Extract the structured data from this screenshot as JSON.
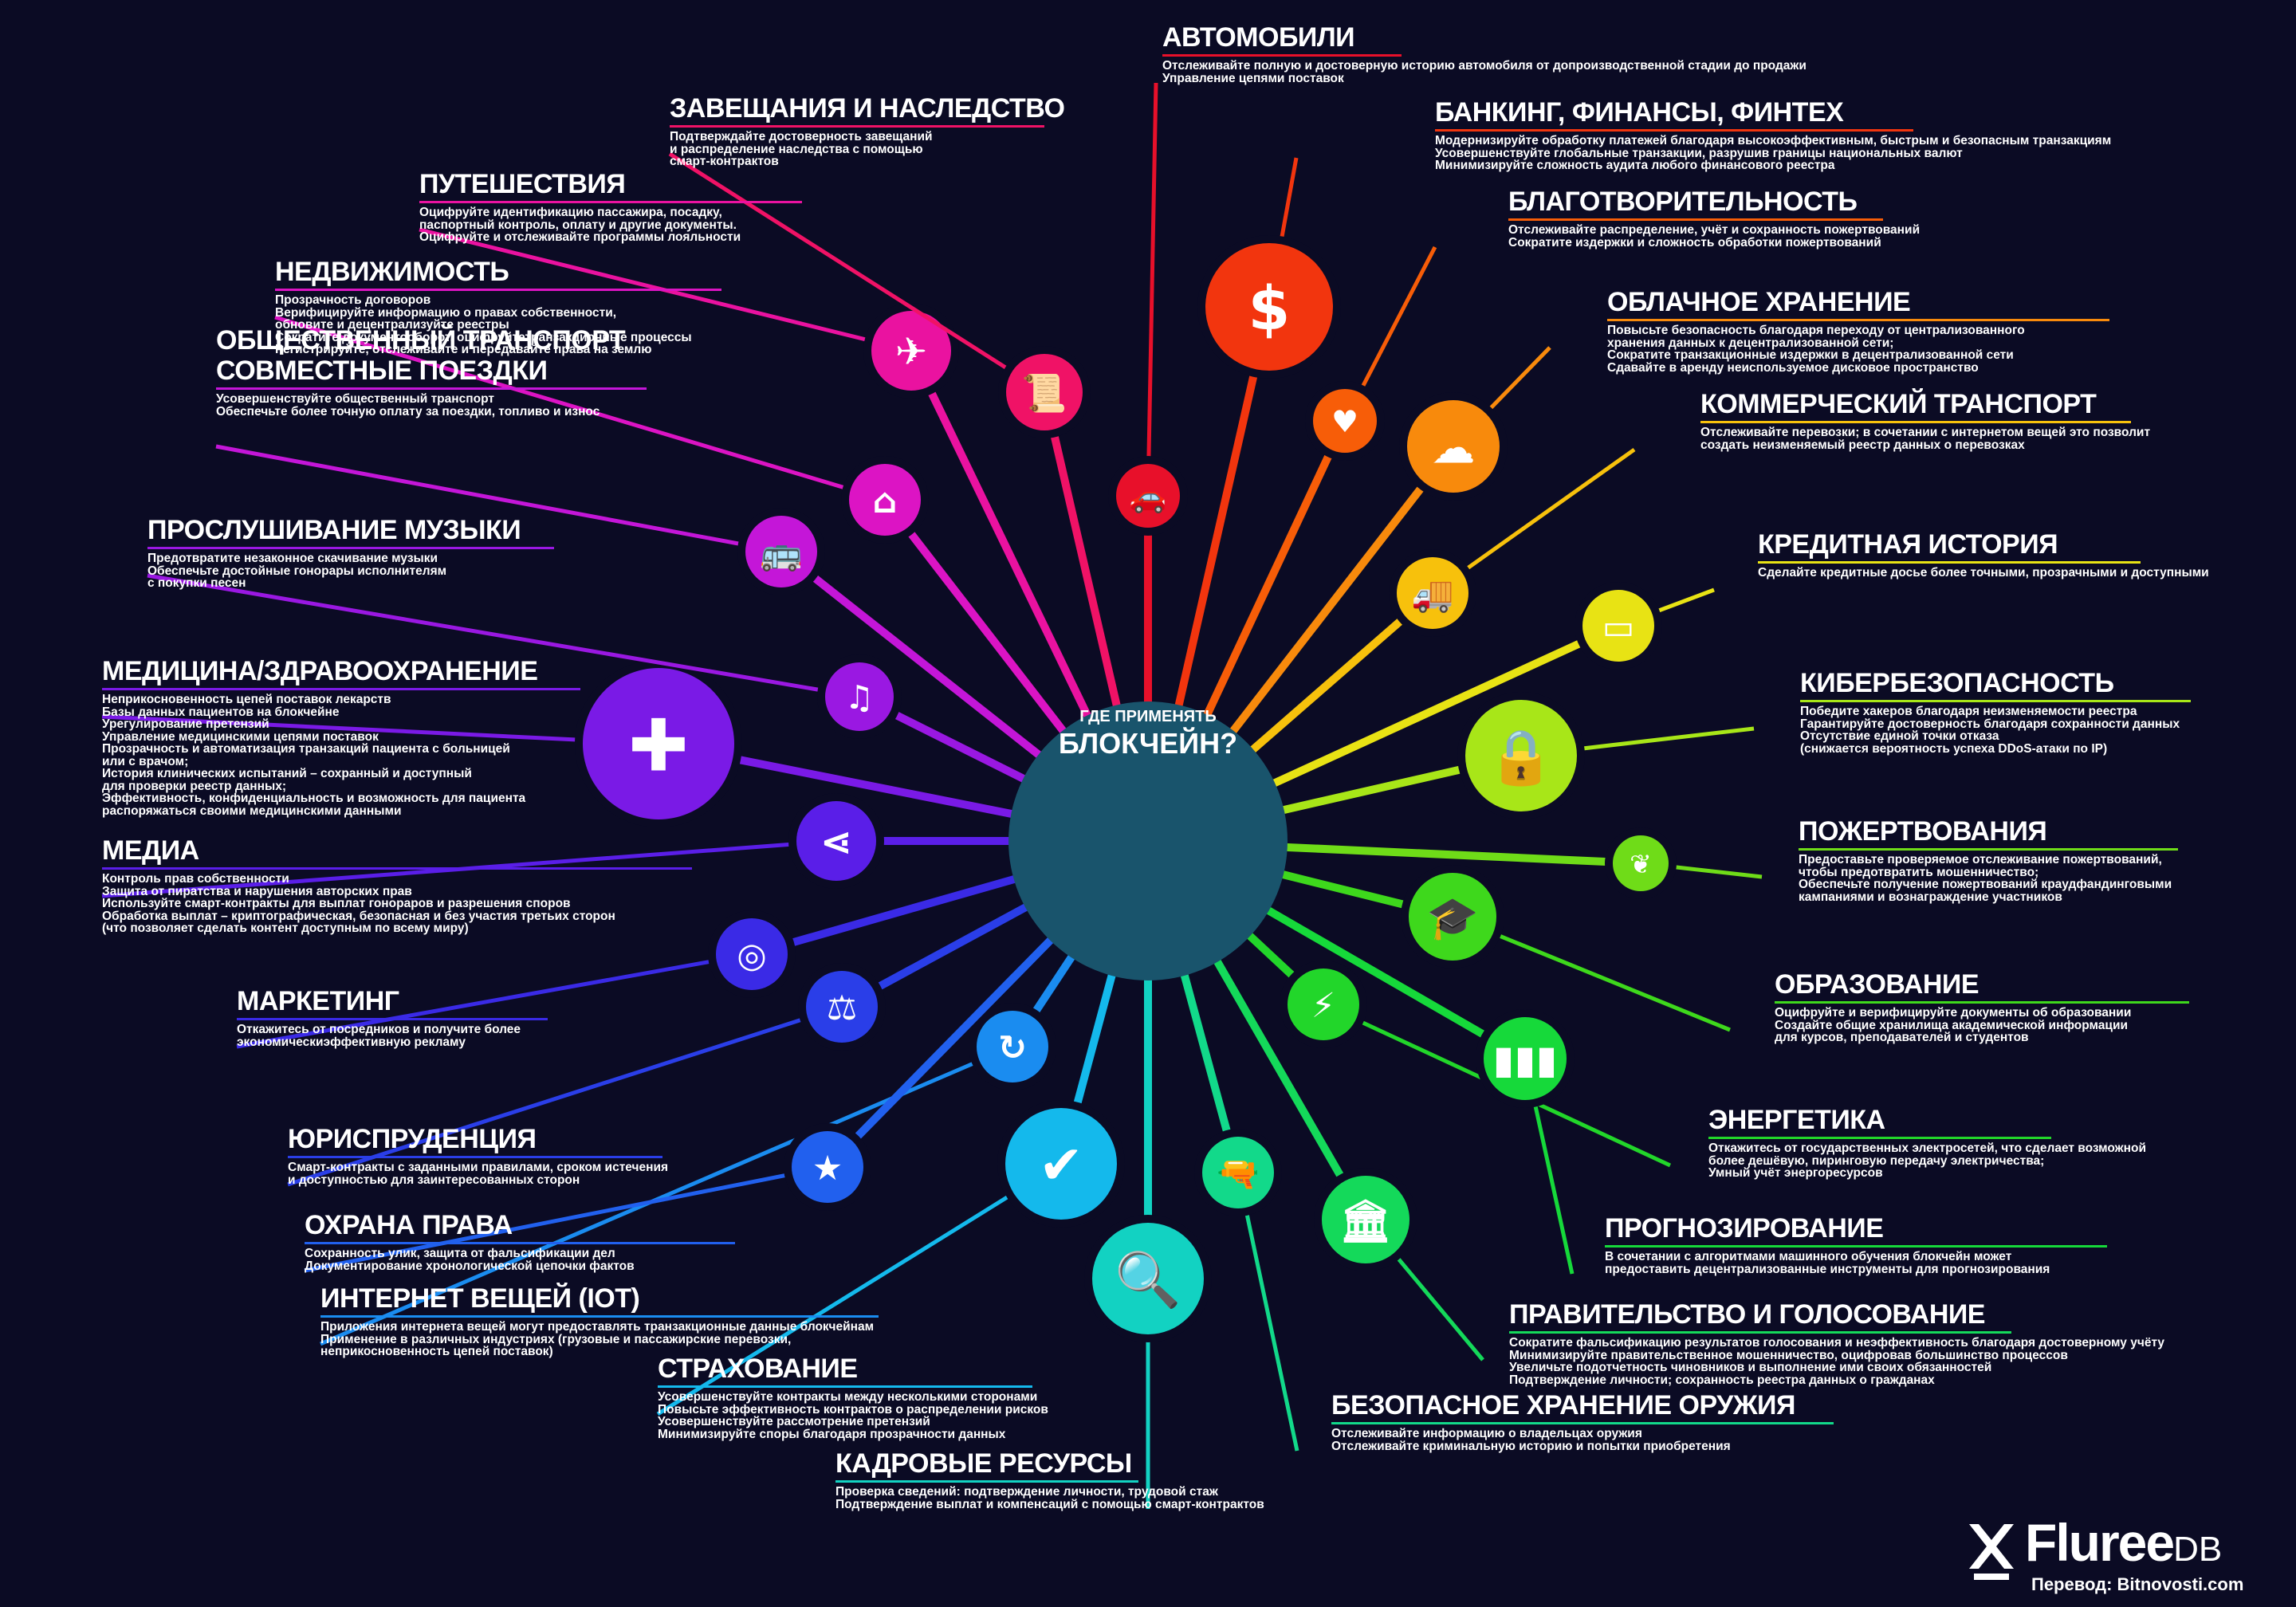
{
  "center": {
    "question_top": "ГДЕ ПРИМЕНЯТЬ",
    "question_main": "БЛОКЧЕЙН?"
  },
  "brand": {
    "name": "Fluree",
    "suffix": "DB",
    "credit": "Перевод: Bitnovosti.com"
  },
  "categories": [
    {
      "title": "АВТОМОБИЛИ",
      "description": "Отслеживайте полную и достоверную историю автомобиля от допроизводственной стадии до продажи\nУправление цепями поставок",
      "color": "#e8102a",
      "icon": "car-icon"
    },
    {
      "title": "БАНКИНГ, ФИНАНСЫ, ФИНТЕХ",
      "description": "Модернизируйте обработку платежей благодаря высокоэффективным, быстрым и безопасным транзакциям\nУсовершенствуйте глобальные транзакции, разрушив границы национальных валют\nМинимизируйте сложность аудита любого финансового реестра",
      "color": "#f2350e",
      "icon": "dollar-icon"
    },
    {
      "title": "БЛАГОТВОРИТЕЛЬНОСТЬ",
      "description": "Отслеживайте распределение, учёт и сохранность пожертвований\nСократите издержки и сложность обработки пожертвований",
      "color": "#f75d08",
      "icon": "heart-icon"
    },
    {
      "title": "ОБЛАЧНОЕ ХРАНЕНИЕ",
      "description": "Повысьте безопасность благодаря переходу от централизованного\nхранения данных к децентрализованной сети;\nСократите транзакционные издержки в децентрализованной сети\nСдавайте в аренду неиспользуемое дисковое пространство",
      "color": "#f88a0c",
      "icon": "cloud-icon"
    },
    {
      "title": "КОММЕРЧЕСКИЙ ТРАНСПОРТ",
      "description": "Отслеживайте перевозки; в сочетании с интернетом вещей это позволит\nсоздать неизменяемый реестр данных о перевозках",
      "color": "#f7c10c",
      "icon": "truck-icon"
    },
    {
      "title": "КРЕДИТНАЯ ИСТОРИЯ",
      "description": "Сделайте кредитные досье более точными, прозрачными и доступными",
      "color": "#e8e314",
      "icon": "credit-card-icon"
    },
    {
      "title": "КИБЕРБЕЗОПАСНОСТЬ",
      "description": "Победите хакеров благодаря неизменяемости реестра\nГарантируйте достоверность благодаря сохранности данных\nОтсутствие единой точки отказа\n(снижается вероятность успеха DDoS-атаки по IP)",
      "color": "#a8e618",
      "icon": "lock-icon"
    },
    {
      "title": "ПОЖЕРТВОВАНИЯ",
      "description": "Предоставьте проверяемое отслеживание пожертвований,\nчтобы предотвратить мошенничество;\nОбеспечьте получение пожертвований краудфандинговыми\nкампаниями и вознаграждение участников",
      "color": "#6fdc18",
      "icon": "donation-icon"
    },
    {
      "title": "ОБРАЗОВАНИЕ",
      "description": "Оцифруйте и верифицируйте документы об образовании\nСоздайте общие хранилища академической информации\nдля курсов, преподавателей и студентов",
      "color": "#3ed81c",
      "icon": "graduation-cap-icon"
    },
    {
      "title": "ЭНЕРГЕТИКА",
      "description": "Откажитесь от государственных электросетей, что сделает возможной\nболее дешёвую, пиринговую передачу электричества;\nУмный учёт энергоресурсов",
      "color": "#22d62a",
      "icon": "lightning-icon"
    },
    {
      "title": "ПРОГНОЗИРОВАНИЕ",
      "description": "В сочетании с алгоритмами машинного обучения блокчейн может\nпредоставить децентрализованные инструменты для прогнозирования",
      "color": "#16d93a",
      "icon": "bar-chart-icon"
    },
    {
      "title": "ПРАВИТЕЛЬСТВО И ГОЛОСОВАНИЕ",
      "description": "Сократите фальсификацию результатов голосования и неэффективность благодаря достоверному учёту\nМинимизируйте правительственное мошенничество, оцифровав большинство процессов\nУвеличьте подотчетность чиновников и выполнение ими своих обязанностей\nПодтверждение личности; сохранность реестра данных о гражданах",
      "color": "#14d95a",
      "icon": "government-building-icon"
    },
    {
      "title": "БЕЗОПАСНОЕ ХРАНЕНИЕ ОРУЖИЯ",
      "description": "Отслеживайте информацию о владельцах оружия\nОтслеживайте криминальную историю и попытки приобретения",
      "color": "#12d98a",
      "icon": "gun-icon"
    },
    {
      "title": "КАДРОВЫЕ РЕСУРСЫ",
      "description": "Проверка сведений: подтверждение личности, трудовой стаж\nПодтверждение выплат и компенсаций с помощью смарт-контрактов",
      "color": "#12d2c2",
      "icon": "person-search-icon"
    },
    {
      "title": "СТРАХОВАНИЕ",
      "description": "Усовершенствуйте контракты между несколькими сторонами\nПовысьте эффективность контрактов о распределении рисков\nУсовершенствуйте рассмотрение претензий\nМинимизируйте споры благодаря прозрачности данных",
      "color": "#14b9ec",
      "icon": "shield-check-icon"
    },
    {
      "title": "ИНТЕРНЕТ ВЕЩЕЙ (IOT)",
      "description": "Приложения интернета вещей могут предоставлять транзакционные данные блокчейнам\nПрименение в различных индустриях (грузовые и пассажирские перевозки,\nнеприкосновенность цепей поставок)",
      "color": "#1a8cf0",
      "icon": "iot-cycle-icon"
    },
    {
      "title": "ОХРАНА ПРАВА",
      "description": "Сохранность улик, защита от фальсификации дел\nДокументирование хронологической цепочки фактов",
      "color": "#2160ee",
      "icon": "police-badge-icon"
    },
    {
      "title": "ЮРИСПРУДЕНЦИЯ",
      "description": "Смарт-контракты с заданными правилами, сроком истечения\nи доступностью для заинтересованных сторон",
      "color": "#2a3ee8",
      "icon": "gavel-icon"
    },
    {
      "title": "МАРКЕТИНГ",
      "description": "Откажитесь от посредников и получите более\nэкономическиэффективную рекламу",
      "color": "#3a2ae6",
      "icon": "target-icon"
    },
    {
      "title": "МЕДИА",
      "description": "Контроль прав собственности\nЗащита от пиратства и нарушения авторских прав\nИспользуйте смарт-контракты для выплат гонораров и разрешения споров\nОбработка выплат – криптографическая, безопасная и без участия третьих сторон\n(что позволяет сделать контент доступным по всему миру)",
      "color": "#5a1ee8",
      "icon": "share-icon"
    },
    {
      "title": "МЕДИЦИНА/ЗДРАВООХРАНЕНИЕ",
      "description": "Неприкосновенность цепей поставок лекарств\nБазы данных пациентов на блокчейне\nУрегулирование претензий\nУправление медицинскими цепями поставок\nПрозрачность и автоматизация транзакций пациента с больницей\nили с врачом;\nИстория клинических испытаний – сохранный и доступный\nдля проверки реестр данных;\nЭффективность, конфиденциальность и возможность для пациента\nраспоряжаться своими медицинскими данными",
      "color": "#7a1ae6",
      "icon": "medical-cross-icon"
    },
    {
      "title": "ПРОСЛУШИВАНИЕ МУЗЫКИ",
      "description": "Предотвратите незаконное скачивание музыки\nОбеспечьте достойные гонорары исполнителям\nс покупки песен",
      "color": "#9a18e2",
      "icon": "music-note-icon"
    },
    {
      "title": "ОБЩЕСТВЕННЫЙ ТРАНСПОРТ\nСОВМЕСТНЫЕ ПОЕЗДКИ",
      "description": "Усовершенствуйте общественный транспорт\nОбеспечьте более точную оплату за поездки, топливо и износ",
      "color": "#c416d8",
      "icon": "bus-icon"
    },
    {
      "title": "НЕДВИЖИМОСТЬ",
      "description": "Прозрачность договоров\nВерифицируйте информацию о правах собственности,\nобновите и децентрализуйте реестры\nСократите документооборот, оцифруйтетранзакционные процессы\nРегистрируйте, отслеживайте и передавайте права на землю",
      "color": "#dc14c4",
      "icon": "house-icon"
    },
    {
      "title": "ПУТЕШЕСТВИЯ",
      "description": "Оцифруйте идентификацию пассажира, посадку,\nпаспортный контроль, оплату и другие документы.\nОцифруйте и отслеживайте программы лояльности",
      "color": "#ea12a0",
      "icon": "airplane-icon"
    },
    {
      "title": "ЗАВЕЩАНИЯ И НАСЛЕДСТВО",
      "description": "Подтверждайте достоверность завещаний\nи распределение наследства с помощью\nсмарт-контрактов",
      "color": "#f01266",
      "icon": "scroll-icon"
    }
  ]
}
